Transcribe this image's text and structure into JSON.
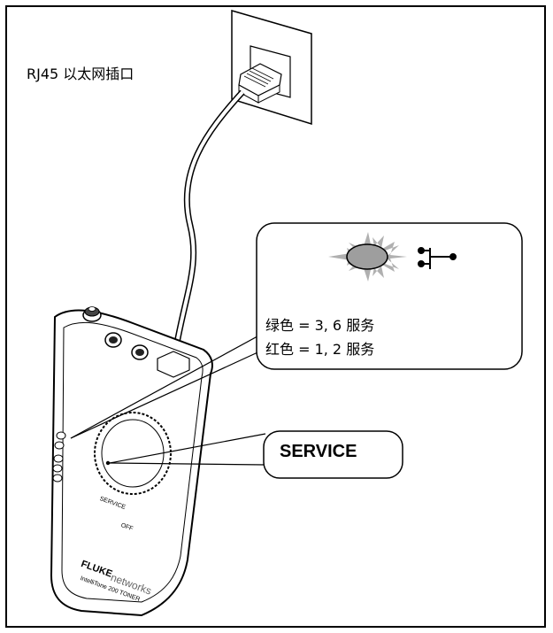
{
  "labels": {
    "port": "RJ45 以太网插口",
    "green": "绿色 = 3, 6 服务",
    "red": "红色 = 1, 2 服务",
    "service_button": "SERVICE"
  },
  "device": {
    "brand": "FLUKE",
    "brand_sub": "networks",
    "model": "IntelliTone 200 TONER",
    "dial_service": "SERVICE",
    "dial_off": "OFF"
  },
  "icons": {
    "led": "glowing-led-icon",
    "network": "network-tap-icon"
  },
  "colors": {
    "led_fill": "#9e9e9e",
    "glow": "#b0b0b0",
    "line": "#000000"
  }
}
